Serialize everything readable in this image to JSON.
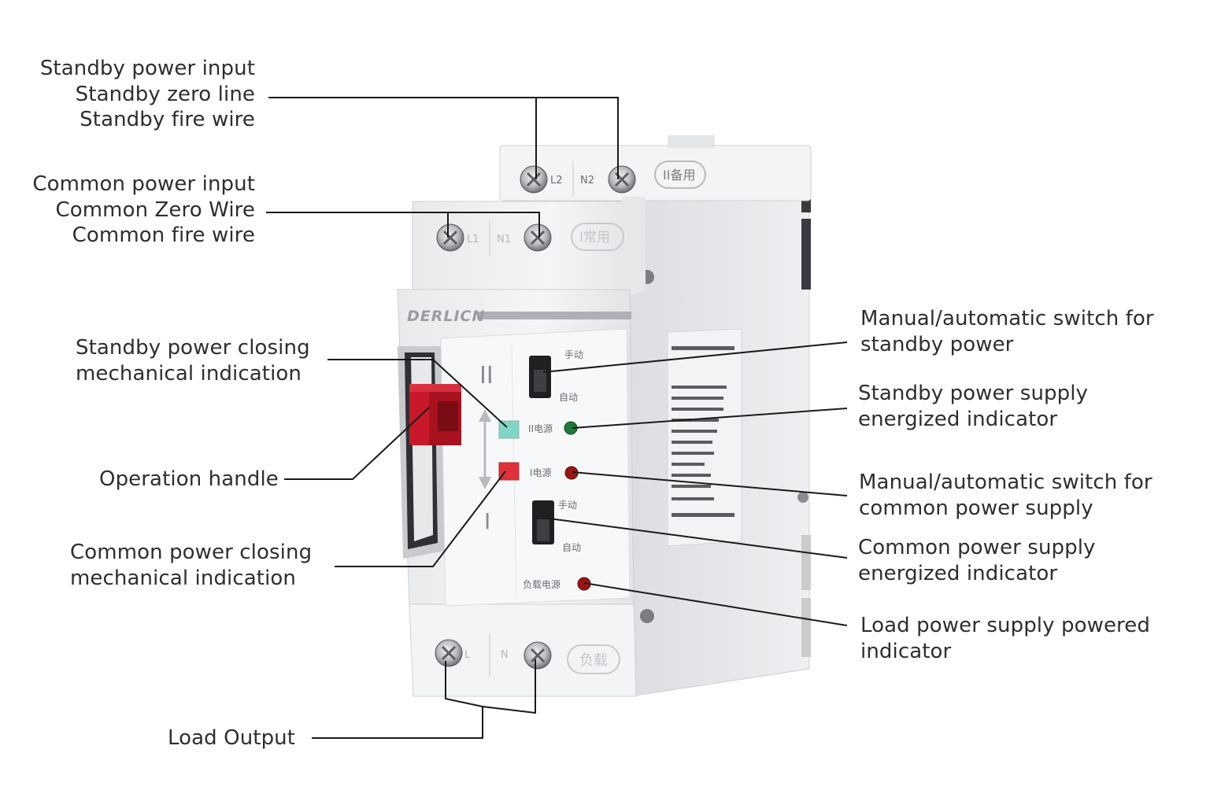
{
  "device": {
    "brand": "DERLICN",
    "standby_terminal": {
      "l": "L2",
      "n": "N2",
      "badge": "II备用"
    },
    "common_terminal": {
      "l": "L1",
      "n": "N1",
      "badge": "I常用"
    },
    "load_terminal": {
      "l": "L",
      "n": "N",
      "badge": "负载"
    },
    "roman_standby": "II",
    "roman_common": "I",
    "manual_1": "手动",
    "auto_1": "自动",
    "manual_2": "手动",
    "auto_2": "自动",
    "lamp_standby": "II电源",
    "lamp_common": "I电源",
    "lamp_load": "负载电源"
  },
  "labels": {
    "standby_input": [
      "Standby power input",
      "Standby zero line",
      "Standby fire wire"
    ],
    "common_input": [
      "Common power input",
      "Common Zero Wire",
      "Common fire wire"
    ],
    "standby_closing": [
      "Standby power closing",
      "mechanical indication"
    ],
    "operation_handle": [
      "Operation handle"
    ],
    "common_closing": [
      "Common power closing",
      "mechanical indication"
    ],
    "load_output": [
      "Load Output"
    ],
    "manual_auto_standby": [
      "Manual/automatic switch for",
      "standby power"
    ],
    "standby_energized": [
      "Standby power supply",
      "energized indicator"
    ],
    "manual_auto_common": [
      "Manual/automatic switch for",
      "common power supply"
    ],
    "common_energized": [
      "Common power supply",
      "energized indicator"
    ],
    "load_powered": [
      "Load power supply powered",
      "indicator"
    ]
  },
  "colors": {
    "handle": "#c8192a",
    "standby_lamp": "#1d7a3c",
    "common_lamp": "#9a1414",
    "load_lamp": "#9a1414",
    "indicator_green": "#7fd6c7",
    "indicator_red": "#e0303a",
    "leader_line": "#1a1a1a"
  }
}
